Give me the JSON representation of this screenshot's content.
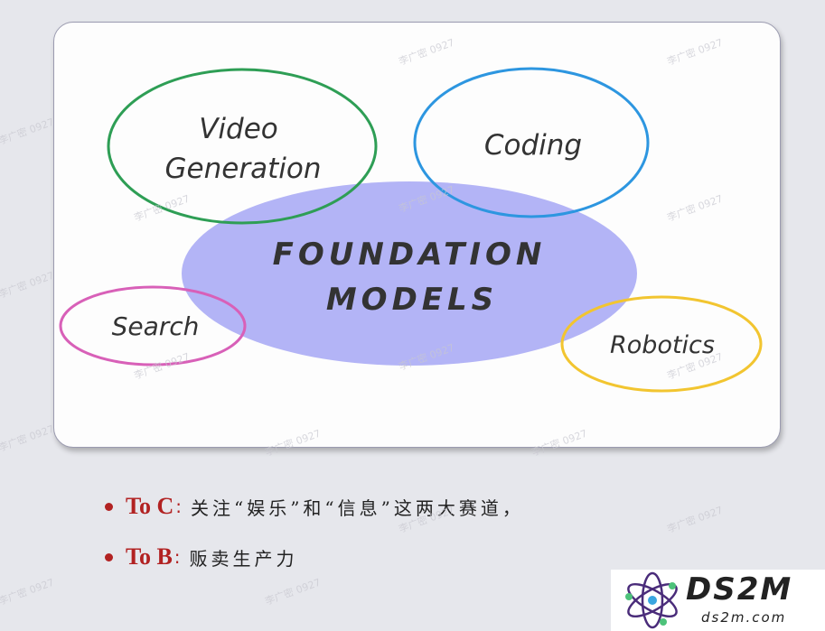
{
  "diagram": {
    "center": {
      "line1": "FOUNDATION",
      "line2": "MODELS"
    },
    "nodes": [
      {
        "line1": "Video",
        "line2": "Generation",
        "color": "#2e9e55"
      },
      {
        "line1": "Coding",
        "color": "#2d96e0"
      },
      {
        "line1": "Search",
        "color": "#d860b8"
      },
      {
        "line1": "Robotics",
        "color": "#f2c530"
      }
    ],
    "center_color": "#b3b4f6"
  },
  "bullets": [
    {
      "key": "To C",
      "text": "关注“娱乐”和“信息”这两大赛道，"
    },
    {
      "key": "To B",
      "text": "贩卖生产力"
    }
  ],
  "watermark": "李广密 0927",
  "logo": {
    "name": "DS2M",
    "url": "ds2m.com",
    "icon": "atom-icon"
  }
}
